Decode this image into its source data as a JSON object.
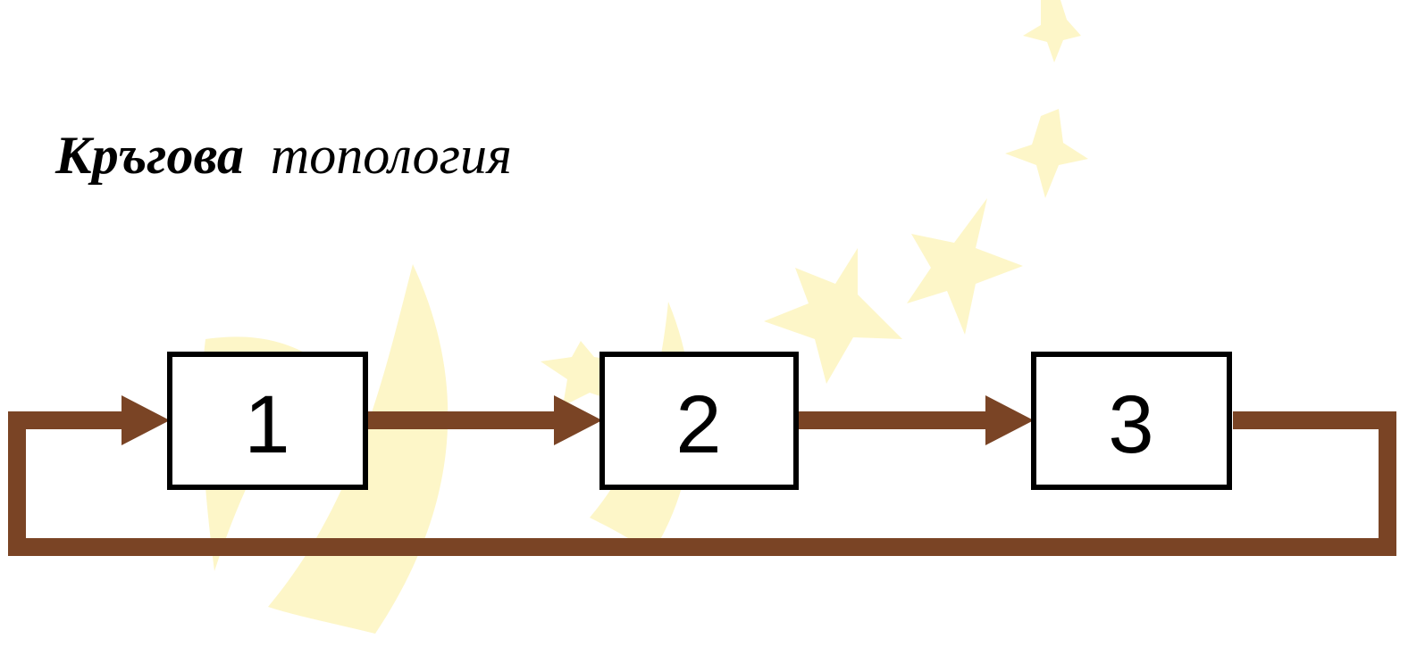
{
  "title": {
    "bold": "Кръгова",
    "normal": "топология"
  },
  "nodes": [
    {
      "label": "1"
    },
    {
      "label": "2"
    },
    {
      "label": "3"
    }
  ],
  "colors": {
    "background": "#ffffff",
    "link": "#7a4425",
    "link_highlight": "#5e6b1e",
    "node_border": "#000000",
    "node_fill": "#ffffff",
    "decoration": "#fdf6c8",
    "text": "#000000"
  },
  "icons": {
    "decoration": "star-icon",
    "link_head": "arrowhead-icon"
  }
}
